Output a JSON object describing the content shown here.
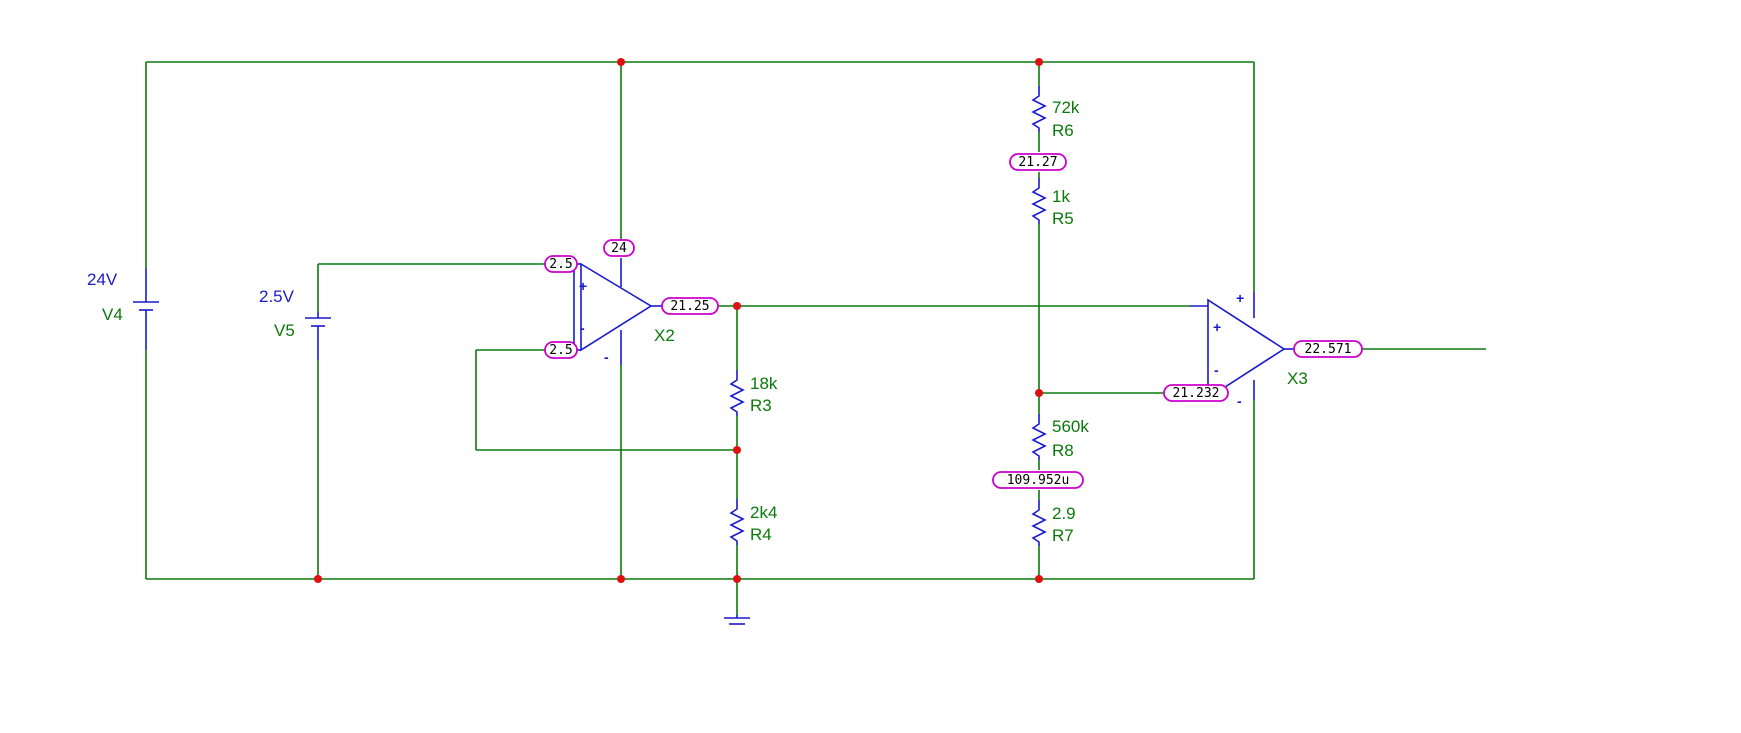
{
  "sources": {
    "v4": {
      "value": "24V",
      "name": "V4"
    },
    "v5": {
      "value": "2.5V",
      "name": "V5"
    }
  },
  "resistors": {
    "r3": {
      "value": "18k",
      "name": "R3"
    },
    "r4": {
      "value": "2k4",
      "name": "R4"
    },
    "r5": {
      "value": "1k",
      "name": "R5"
    },
    "r6": {
      "value": "72k",
      "name": "R6"
    },
    "r7": {
      "value": "2.9",
      "name": "R7"
    },
    "r8": {
      "value": "560k",
      "name": "R8"
    }
  },
  "opamps": {
    "x2": {
      "name": "X2",
      "plus": "+",
      "minus": "-",
      "supply_minus": "-"
    },
    "x3": {
      "name": "X3",
      "plus": "+",
      "minus": "-",
      "supply_plus": "+",
      "supply_minus": "-"
    }
  },
  "probes": {
    "x2_in_plus": "2.5",
    "x2_in_minus": "2.5",
    "x2_supply": "24",
    "x2_out": "21.25",
    "r6_r5_node": "21.27",
    "x3_in_minus": "21.232",
    "x3_out": "22.571",
    "r8_r7_node": "109.952u"
  },
  "colors": {
    "wire": "#0b7a0b",
    "component": "#1a1acd",
    "node": "#e01010",
    "probe_border": "#cc00cc"
  }
}
